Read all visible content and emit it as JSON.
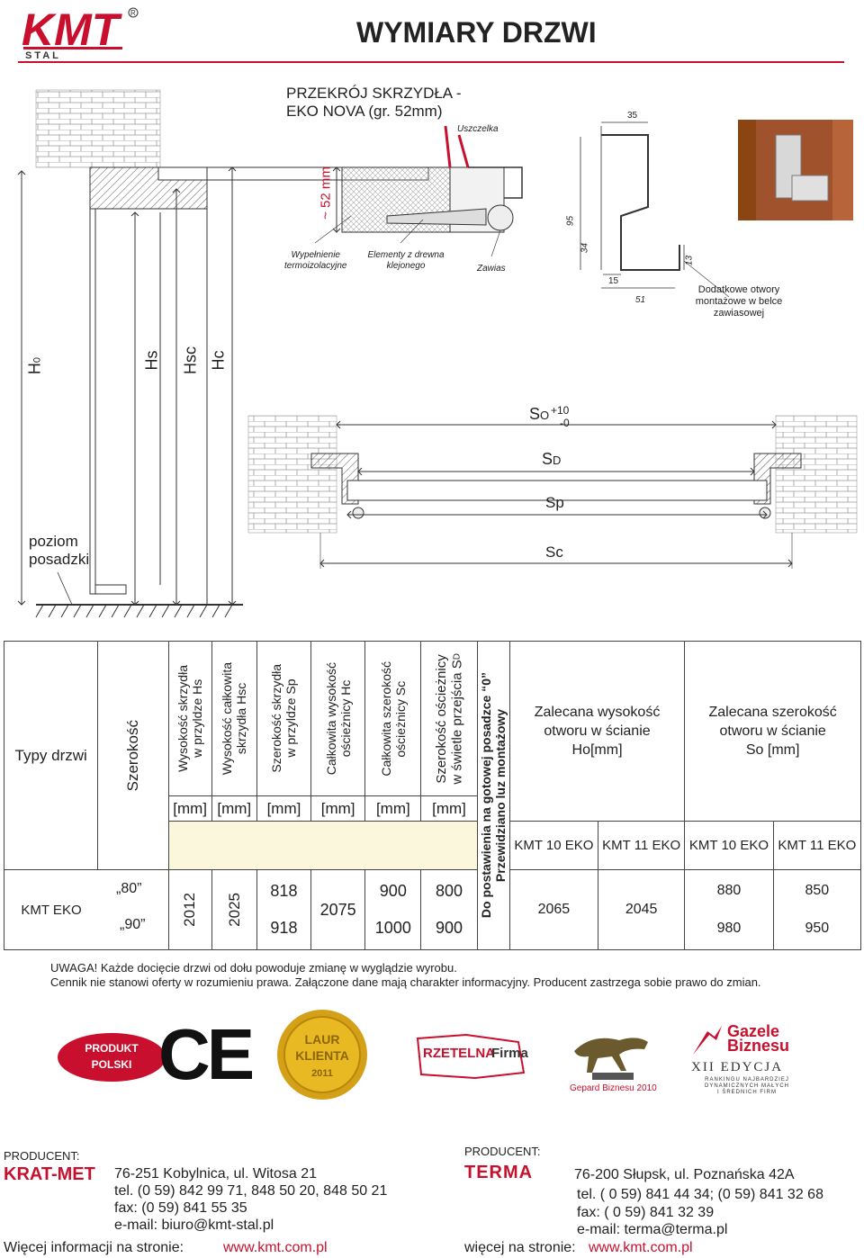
{
  "header": {
    "logo_text": "KMT",
    "logo_sub": "STAL",
    "title": "WYMIARY DRZWI"
  },
  "section": {
    "title_line1": "PRZEKRÓJ SKRZYDŁA -",
    "title_line2": "EKO NOVA (gr. 52mm)"
  },
  "diagram_labels": {
    "thickness": "~ 52 mm",
    "uszczelka": "Uszczelka",
    "wypelnienie": "Wypełnienie\ntermoizolacyjne",
    "elementy": "Elementy z drewna\nklejonego",
    "zawias": "Zawias",
    "d35": "35",
    "d95": "95",
    "d34": "34",
    "d13": "13",
    "d15": "15",
    "d51": "51",
    "dodatkowe": "Dodatkowe otwory\nmontażowe w belce\nzawiasowej",
    "h0": "H",
    "h0_sub": "0",
    "hs": "Hs",
    "hsc": "Hsc",
    "hc": "Hc",
    "so": "S",
    "so_sub": "O",
    "so_plus": "+10",
    "so_minus": "-0",
    "sd": "S",
    "sd_sub": "D",
    "sp": "Sp",
    "sc": "Sc",
    "poziom": "poziom",
    "posadzki": "posadzki"
  },
  "table": {
    "headers": {
      "typy": "Typy drzwi",
      "szerokosc": "Szerokość",
      "hs": "Wysokość skrzydła\nw przyldze Hs",
      "hsc": "Wysokość całkowita\nskrzydła Hsc",
      "sp": "Szerokość skrzydła\nw przyldze Sp",
      "hc": "Całkowita wysokość\nościeżnicy Hc",
      "sc": "Całkowita szerokość\nościeżnicy Sc",
      "sd": "Szerokość ościeżnicy\nw świetle przejścia S",
      "sd_sub": "D",
      "posadzka": "Do postawienia na gotowej posadzce “0”\nPrzewidziano luz montażowy",
      "ho": "Zalecana wysokość\notworu w ścianie\nHo[mm]",
      "so": "Zalecana szerokość\notworu w ścianie\nSo [mm]",
      "unit": "[mm]",
      "kmt10": "KMT 10 EKO",
      "kmt11": "KMT 11 EKO"
    },
    "row": {
      "type": "KMT EKO",
      "width1": "„80”",
      "width2": "„90”",
      "hs": "2012",
      "hsc": "2025",
      "sp1": "818",
      "sp2": "918",
      "hc": "2075",
      "sc1": "900",
      "sc2": "1000",
      "sd1": "800",
      "sd2": "900",
      "ho10": "2065",
      "ho11": "2045",
      "so10_1": "880",
      "so10_2": "980",
      "so11_1": "850",
      "so11_2": "950"
    }
  },
  "notes": {
    "line1": "UWAGA! Każde docięcie drzwi od dołu powoduje zmianę w wyglądzie wyrobu.",
    "line2": "Cennik nie stanowi oferty w rozumieniu prawa. Załączone dane mają charakter informacyjny. Producent zastrzega sobie prawo do zmian."
  },
  "badges": {
    "produkt": "PRODUKT",
    "polski": "POLSKI",
    "ce": "CE",
    "laur1": "LAUR",
    "laur2": "KLIENTA",
    "laur3": "2011",
    "rzetelna": "RZETELNA",
    "firma": "Firma",
    "gepard": "Gepard Biznesu 2010",
    "gazele1": "Gazele",
    "gazele2": "Biznesu",
    "edycja": "XII EDYCJA",
    "ranking": "RANKINGU NAJBARDZIEJ\nDYNAMICZNYCH MAŁYCH\nI ŚREDNICH FIRM"
  },
  "footer": {
    "left_label": "PRODUCENT:",
    "left_name": "KRAT-MET",
    "left_addr": "76-251 Kobylnica, ul. Witosa 21",
    "left_tel": "tel. (0 59) 842 99 71, 848 50 20, 848 50 21",
    "left_fax": "fax: (0 59) 841 55 35",
    "left_email": "e-mail: biuro@kmt-stal.pl",
    "left_more": "Więcej informacji na stronie:",
    "left_url": "www.kmt.com.pl",
    "right_label": "PRODUCENT:",
    "right_name": "TERMA",
    "right_addr": "76-200 Słupsk, ul. Poznańska 42A",
    "right_tel": "tel. ( 0 59) 841 44 34; (0 59) 841 32 68",
    "right_fax": "fax: ( 0 59) 841 32 39",
    "right_email": "e-mail: terma@terma.pl",
    "right_more": "więcej na stronie:",
    "right_url": "www.kmt.com.pl"
  },
  "colors": {
    "brand_red": "#c8102e",
    "rule": "#c8102e"
  }
}
